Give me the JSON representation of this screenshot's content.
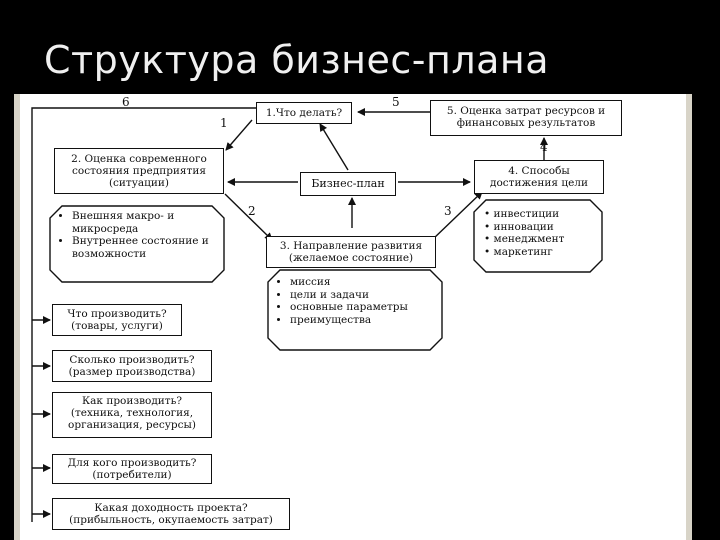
{
  "slide_title": "Структура бизнес-плана",
  "nodes": {
    "n1": "1.Что делать?",
    "n2_line1": "2. Оценка современного",
    "n2_line2": "состояния предприятия",
    "n2_line3": "(ситуации)",
    "n3_line1": "3. Направление развития",
    "n3_line2": "(желаемое состояние)",
    "n4_line1": "4. Способы",
    "n4_line2": "достижения цели",
    "n5_line1": "5. Оценка затрат ресурсов и",
    "n5_line2": "финансовых результатов",
    "center": "Бизнес-план"
  },
  "edge_labels": {
    "e1": "1",
    "e2": "2",
    "e3": "3",
    "e4": "4",
    "e5": "5",
    "e6": "6"
  },
  "lists": {
    "environment": [
      "Внешняя макро- и микросреда",
      "Внутреннее состояние и возможности"
    ],
    "direction": [
      "миссия",
      "цели и задачи",
      "основные параметры",
      "преимущества"
    ],
    "methods": [
      "инвестиции",
      "инновации",
      "менеджмент",
      "маркетинг"
    ]
  },
  "questions": [
    {
      "q": "Что производить?",
      "d": "(товары, услуги)"
    },
    {
      "q": "Сколько производить?",
      "d": "(размер производства)"
    },
    {
      "q": "Как производить?",
      "d": "(техника, технология, организация, ресурсы)"
    },
    {
      "q": "Для кого производить?",
      "d": "(потребители)"
    },
    {
      "q": "Какая доходность проекта?",
      "d": "(прибыльность, окупаемость затрат)"
    }
  ]
}
